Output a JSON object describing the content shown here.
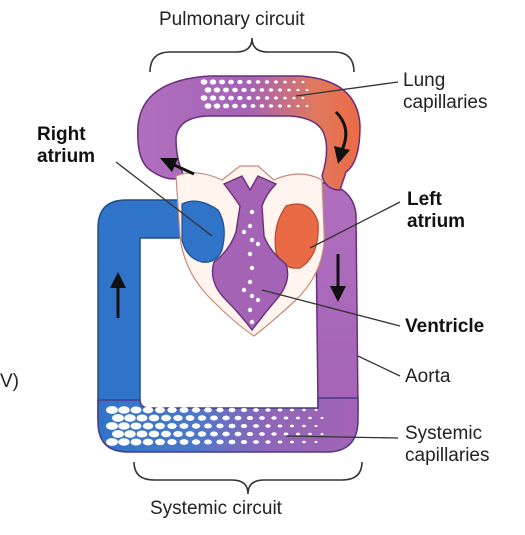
{
  "labels": {
    "pulmonary_circuit": "Pulmonary circuit",
    "lung_capillaries": [
      "Lung",
      "capillaries"
    ],
    "right_atrium": [
      "Right",
      "atrium"
    ],
    "left_atrium": [
      "Left",
      "atrium"
    ],
    "ventricle": "Ventricle",
    "aorta": "Aorta",
    "systemic_capillaries": [
      "Systemic",
      "capillaries"
    ],
    "systemic_circuit": "Systemic circuit",
    "edge_fragment": "V)"
  },
  "colors": {
    "deoxygenated": "#2f74c8",
    "mixed": "#a463b5",
    "oxygenated": "#ea6a45",
    "outline": "#6a2f7a",
    "arrow": "#111111",
    "leader_line": "#333333"
  },
  "icons": [
    "arrow-up-icon",
    "arrow-down-icon",
    "arrow-left-icon",
    "arrow-curved-icon"
  ]
}
